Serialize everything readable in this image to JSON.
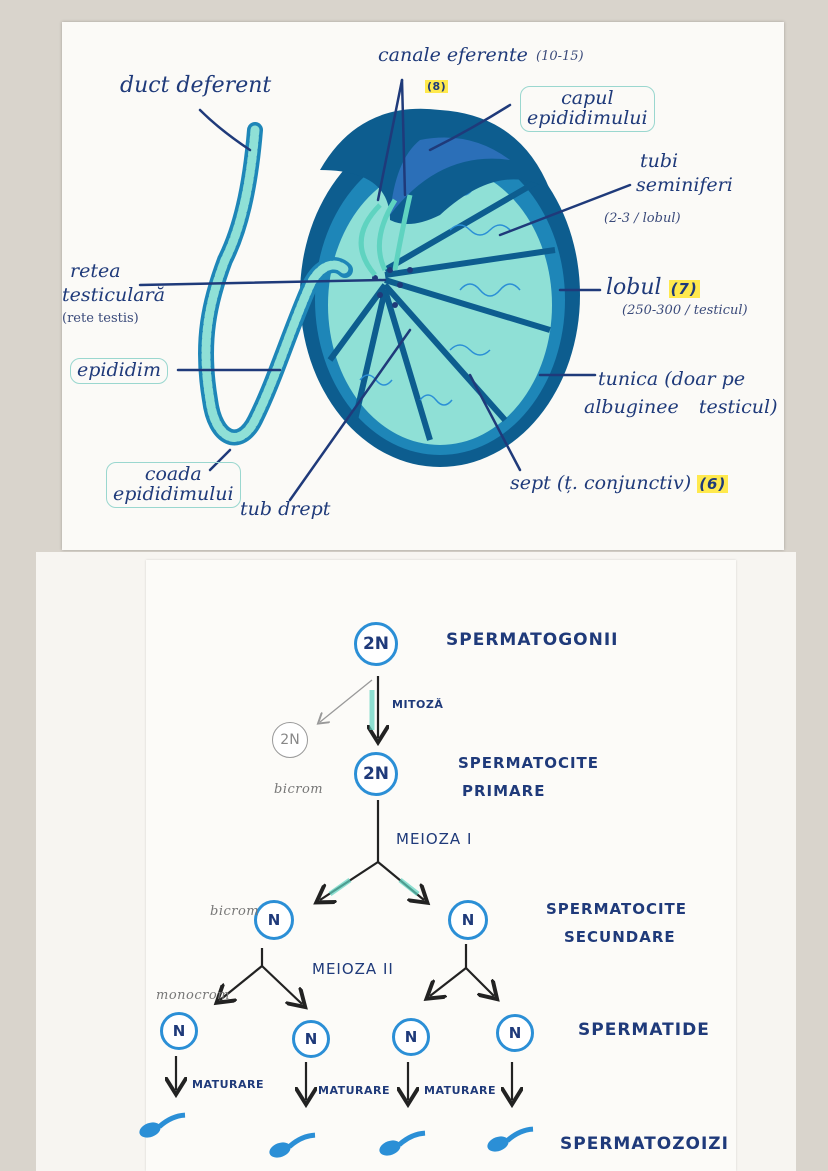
{
  "anatomy": {
    "duct_deferent": "duct deferent",
    "canale_eferente": "canale eferente",
    "canale_count": "(10-15)",
    "canale_num": "(8)",
    "capul_1": "capul",
    "capul_2": "epididimului",
    "tubi_1": "tubi",
    "tubi_2": "seminiferi",
    "tubi_count": "(2-3 / lobul)",
    "retea_1": "retea",
    "retea_2": "testiculară",
    "rete_testis": "(rete testis)",
    "lobul": "lobul",
    "lobul_num": "(7)",
    "lobul_count": "(250-300 / testicul)",
    "epididim": "epididim",
    "tunica_1": "tunica",
    "tunica_2": "(doar pe",
    "albuginee": "albuginee",
    "testicul": "testicul)",
    "coada_1": "coada",
    "coada_2": "epididimului",
    "tub_drept": "tub drept",
    "sept": "sept (ț. conjunctiv)",
    "sept_num": "(6)"
  },
  "diagram": {
    "ploidy_2n": "2N",
    "ploidy_n": "N",
    "spermatogonii": "SPERMATOGONII",
    "mitoza": "MITOZĂ",
    "spermatocite_primare_1": "SPERMATOCITE",
    "spermatocite_primare_2": "PRIMARE",
    "bicrom": "bicrom",
    "meioza1": "MEIOZA I",
    "bicrom2": "bicrom",
    "spermatocite_secundare_1": "SPERMATOCITE",
    "spermatocite_secundare_2": "SECUNDARE",
    "meioza2": "MEIOZA II",
    "monocrom": "monocrom",
    "spermatide": "SPERMATIDE",
    "maturare": "MATURARE",
    "spermatozoizi": "SPERMATOZOIZI"
  },
  "colors": {
    "navy": "#1f3a7a",
    "blue": "#2b8fd6",
    "teal": "#5fd3c0",
    "dark_blue": "#0d5d8f"
  }
}
